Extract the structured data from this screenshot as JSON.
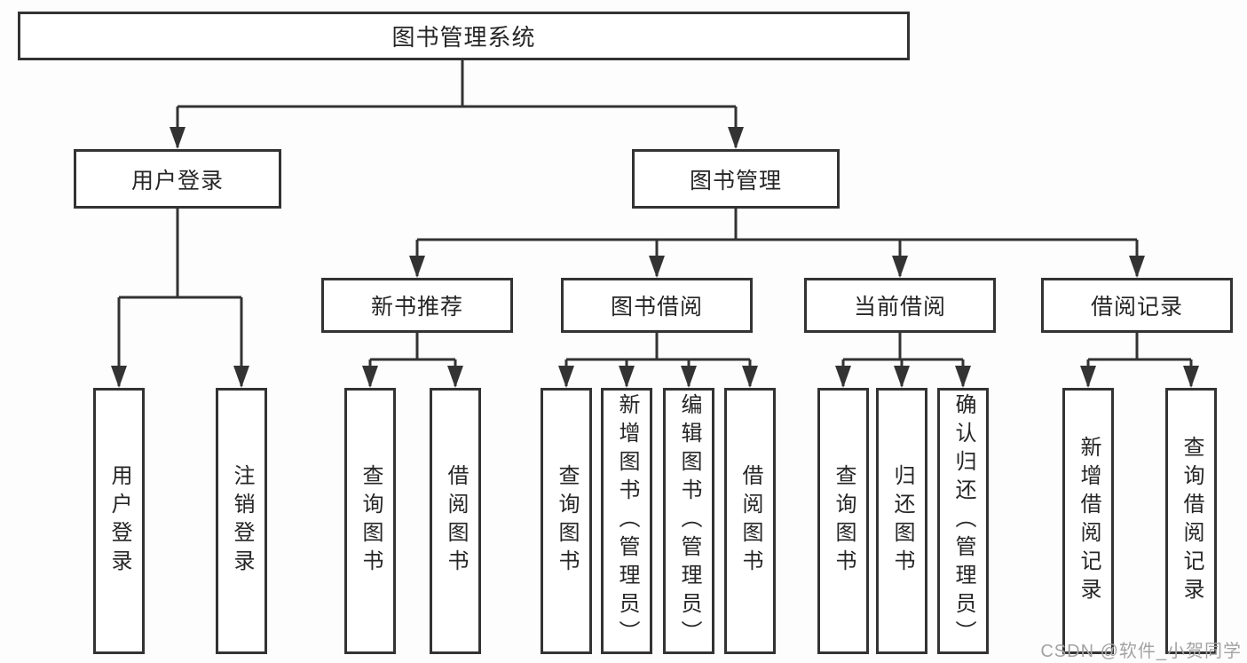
{
  "diagram": {
    "root": {
      "label": "图书管理系统"
    },
    "login": {
      "label": "用户登录",
      "children": [
        {
          "label": "用户登录"
        },
        {
          "label": "注销登录"
        }
      ]
    },
    "management": {
      "label": "图书管理",
      "groups": [
        {
          "label": "新书推荐",
          "children": [
            {
              "label": "查询图书"
            },
            {
              "label": "借阅图书"
            }
          ]
        },
        {
          "label": "图书借阅",
          "children": [
            {
              "label": "查询图书"
            },
            {
              "label": "新增图书（管理员）"
            },
            {
              "label": "编辑图书（管理员）"
            },
            {
              "label": "借阅图书"
            }
          ]
        },
        {
          "label": "当前借阅",
          "children": [
            {
              "label": "查询图书"
            },
            {
              "label": "归还图书"
            },
            {
              "label": "确认归还（管理员）"
            }
          ]
        },
        {
          "label": "借阅记录",
          "children": [
            {
              "label": "新增借阅记录"
            },
            {
              "label": "查询借阅记录"
            }
          ]
        }
      ]
    }
  },
  "watermark": {
    "text": "CSDN @软件_小贺同学"
  },
  "colors": {
    "line": "#333333",
    "text": "#262626",
    "node_fill": "#ffffff",
    "background": "#fdfdfd",
    "watermark": "#a3a3a3"
  }
}
